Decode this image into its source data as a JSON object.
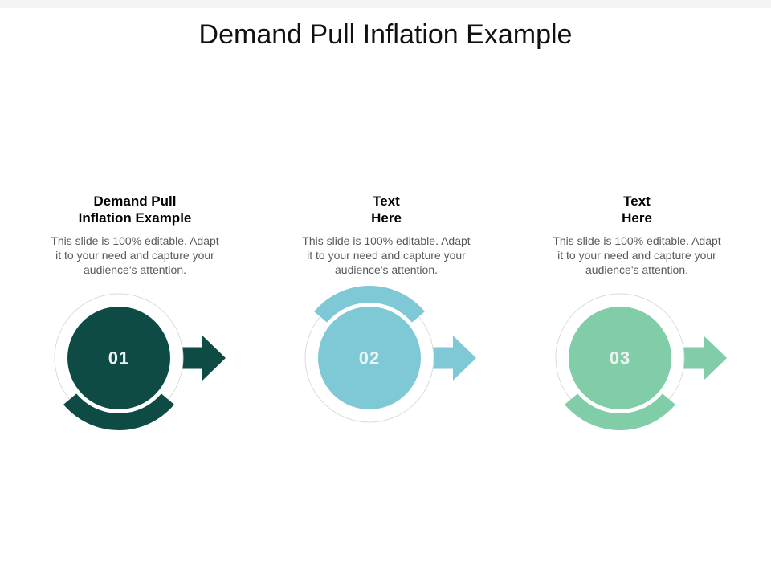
{
  "slide": {
    "title": "Demand Pull Inflation Example",
    "background_color": "#ffffff",
    "top_strip_color": "#f4f4f4"
  },
  "styles": {
    "heading_color": "#000000",
    "body_color": "#595959",
    "number_color": "#ecf4f3",
    "ring_stroke": "#dbdbdb"
  },
  "items": [
    {
      "number": "01",
      "heading": "Demand Pull\nInflation Example",
      "body": "This slide is 100% editable. Adapt\nit to your need and capture your\naudience's attention.",
      "color": "#0e4b45",
      "arc_position": "bottom"
    },
    {
      "number": "02",
      "heading": "Text\nHere",
      "body": "This slide is 100% editable. Adapt\nit to your need and capture your\naudience's attention.",
      "color": "#7ec9d5",
      "arc_position": "top"
    },
    {
      "number": "03",
      "heading": "Text\nHere",
      "body": "This slide is 100% editable. Adapt\nit to your need and capture your\naudience's attention.",
      "color": "#80cda7",
      "arc_position": "bottom"
    }
  ]
}
